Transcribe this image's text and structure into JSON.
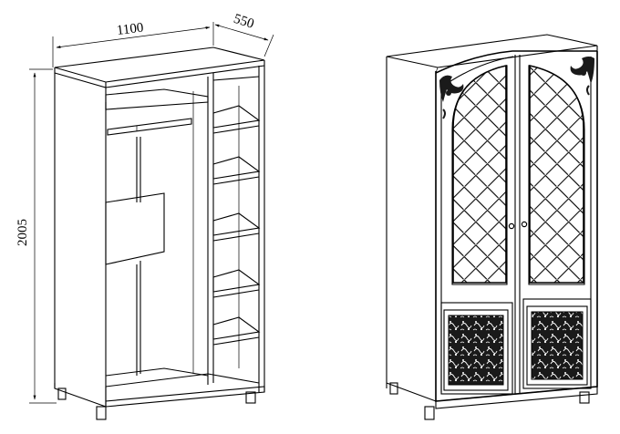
{
  "dimensions": {
    "width": "1100",
    "depth": "550",
    "height": "2005"
  },
  "views": [
    {
      "name": "open-interior-view"
    },
    {
      "name": "closed-front-view"
    }
  ]
}
